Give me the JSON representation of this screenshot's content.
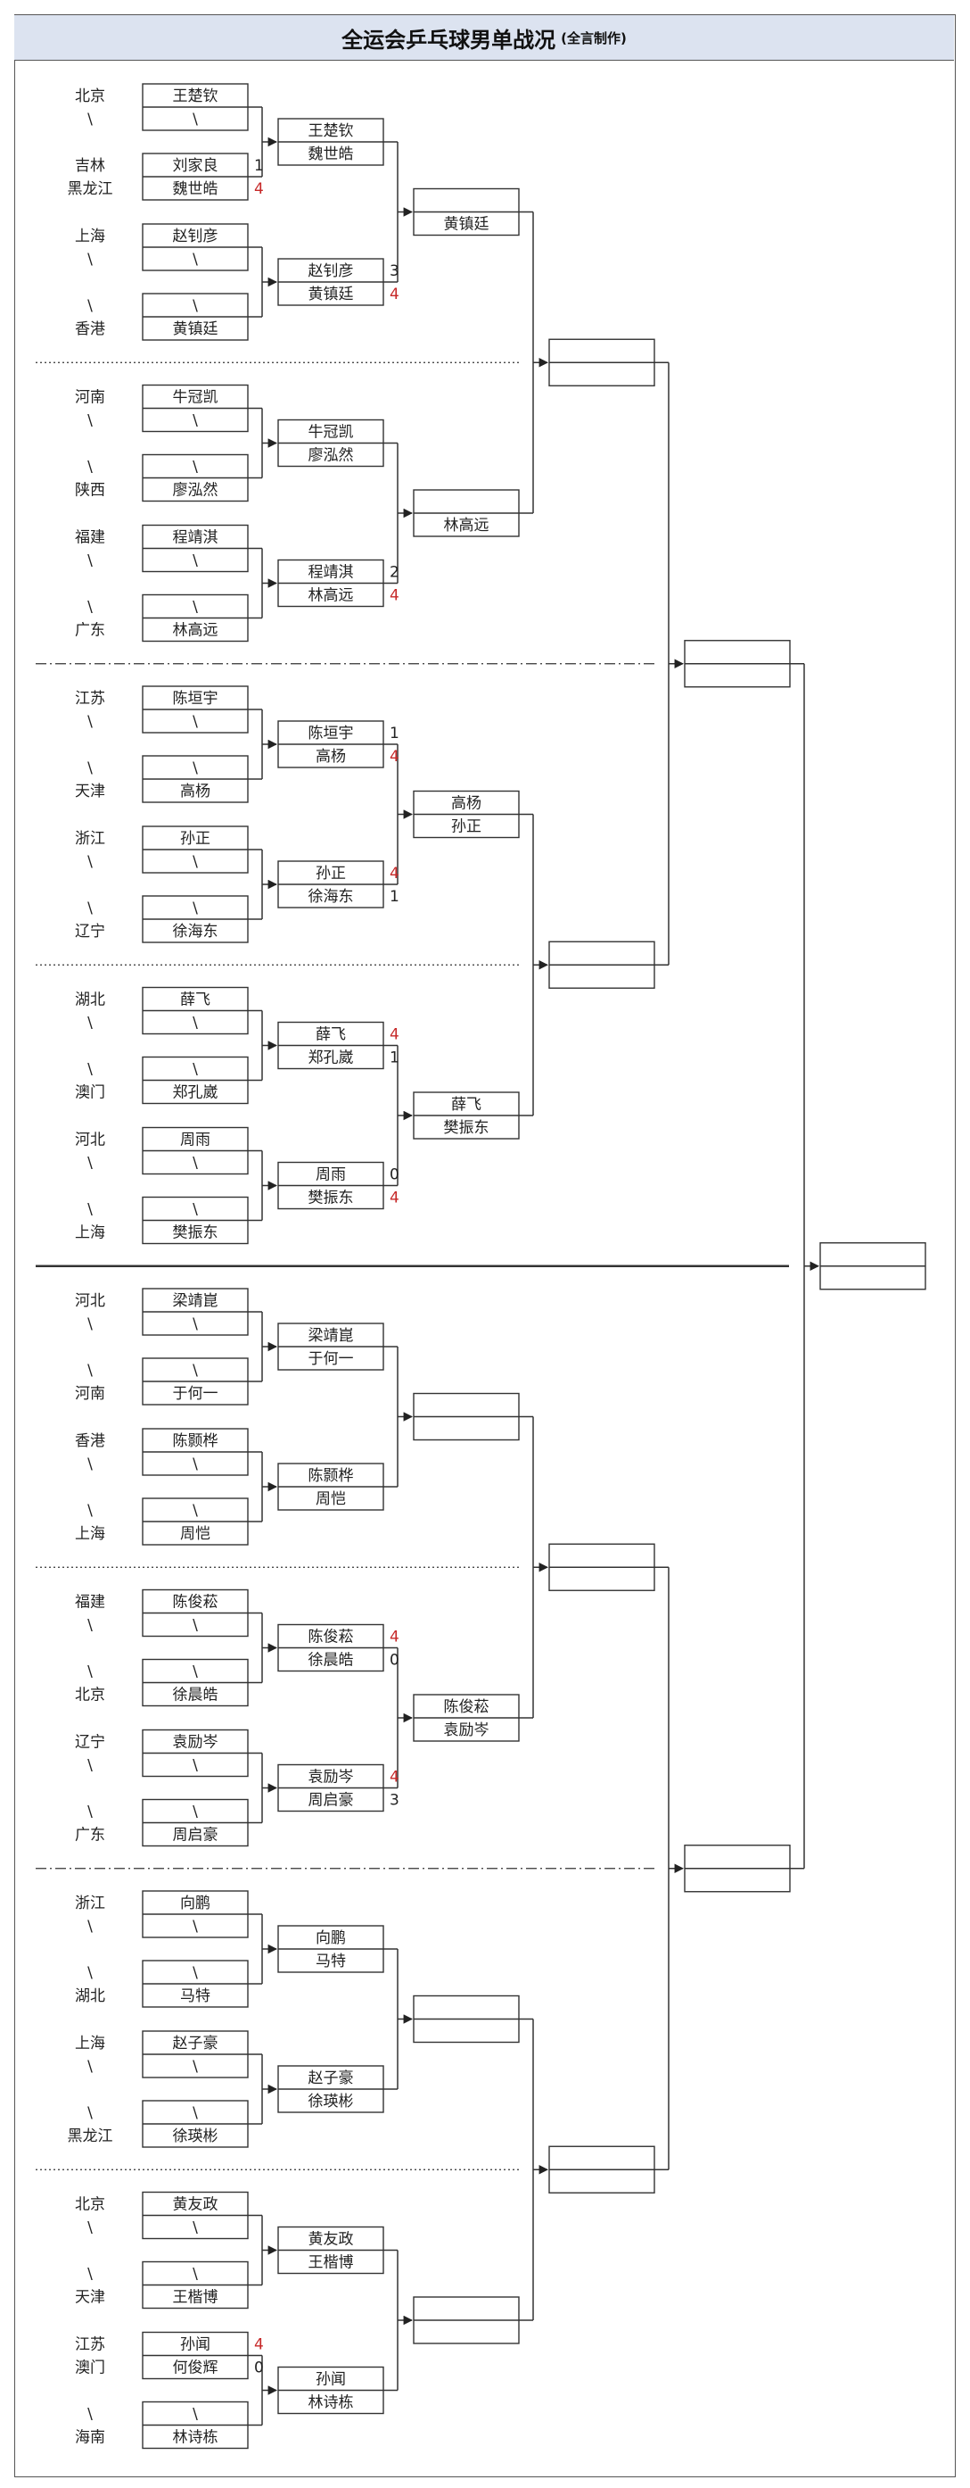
{
  "title": {
    "main": "全运会乒乓球男单战况",
    "sub": "(全言制作)"
  },
  "r1": [
    {
      "prov": [
        "北京",
        "\\"
      ],
      "names": [
        "王楚钦",
        "\\"
      ],
      "scores": [
        "",
        ""
      ]
    },
    {
      "prov": [
        "吉林",
        "黑龙江"
      ],
      "names": [
        "刘家良",
        "魏世皓"
      ],
      "scores": [
        "1",
        "4"
      ]
    },
    {
      "prov": [
        "上海",
        "\\"
      ],
      "names": [
        "赵钊彦",
        "\\"
      ],
      "scores": [
        "",
        ""
      ]
    },
    {
      "prov": [
        "\\",
        "香港"
      ],
      "names": [
        "\\",
        "黄镇廷"
      ],
      "scores": [
        "",
        ""
      ]
    },
    {
      "prov": [
        "河南",
        "\\"
      ],
      "names": [
        "牛冠凯",
        "\\"
      ],
      "scores": [
        "",
        ""
      ]
    },
    {
      "prov": [
        "\\",
        "陕西"
      ],
      "names": [
        "\\",
        "廖泓然"
      ],
      "scores": [
        "",
        ""
      ]
    },
    {
      "prov": [
        "福建",
        "\\"
      ],
      "names": [
        "程靖淇",
        "\\"
      ],
      "scores": [
        "",
        ""
      ]
    },
    {
      "prov": [
        "\\",
        "广东"
      ],
      "names": [
        "\\",
        "林高远"
      ],
      "scores": [
        "",
        ""
      ]
    },
    {
      "prov": [
        "江苏",
        "\\"
      ],
      "names": [
        "陈垣宇",
        "\\"
      ],
      "scores": [
        "",
        ""
      ]
    },
    {
      "prov": [
        "\\",
        "天津"
      ],
      "names": [
        "\\",
        "高杨"
      ],
      "scores": [
        "",
        ""
      ]
    },
    {
      "prov": [
        "浙江",
        "\\"
      ],
      "names": [
        "孙正",
        "\\"
      ],
      "scores": [
        "",
        ""
      ]
    },
    {
      "prov": [
        "\\",
        "辽宁"
      ],
      "names": [
        "\\",
        "徐海东"
      ],
      "scores": [
        "",
        ""
      ]
    },
    {
      "prov": [
        "湖北",
        "\\"
      ],
      "names": [
        "薛飞",
        "\\"
      ],
      "scores": [
        "",
        ""
      ]
    },
    {
      "prov": [
        "\\",
        "澳门"
      ],
      "names": [
        "\\",
        "郑孔崴"
      ],
      "scores": [
        "",
        ""
      ]
    },
    {
      "prov": [
        "河北",
        "\\"
      ],
      "names": [
        "周雨",
        "\\"
      ],
      "scores": [
        "",
        ""
      ]
    },
    {
      "prov": [
        "\\",
        "上海"
      ],
      "names": [
        "\\",
        "樊振东"
      ],
      "scores": [
        "",
        ""
      ]
    },
    {
      "prov": [
        "河北",
        "\\"
      ],
      "names": [
        "梁靖崑",
        "\\"
      ],
      "scores": [
        "",
        ""
      ]
    },
    {
      "prov": [
        "\\",
        "河南"
      ],
      "names": [
        "\\",
        "于何一"
      ],
      "scores": [
        "",
        ""
      ]
    },
    {
      "prov": [
        "香港",
        "\\"
      ],
      "names": [
        "陈颢桦",
        "\\"
      ],
      "scores": [
        "",
        ""
      ]
    },
    {
      "prov": [
        "\\",
        "上海"
      ],
      "names": [
        "\\",
        "周恺"
      ],
      "scores": [
        "",
        ""
      ]
    },
    {
      "prov": [
        "福建",
        "\\"
      ],
      "names": [
        "陈俊菘",
        "\\"
      ],
      "scores": [
        "",
        ""
      ]
    },
    {
      "prov": [
        "\\",
        "北京"
      ],
      "names": [
        "\\",
        "徐晨皓"
      ],
      "scores": [
        "",
        ""
      ]
    },
    {
      "prov": [
        "辽宁",
        "\\"
      ],
      "names": [
        "袁励岑",
        "\\"
      ],
      "scores": [
        "",
        ""
      ]
    },
    {
      "prov": [
        "\\",
        "广东"
      ],
      "names": [
        "\\",
        "周启豪"
      ],
      "scores": [
        "",
        ""
      ]
    },
    {
      "prov": [
        "浙江",
        "\\"
      ],
      "names": [
        "向鹏",
        "\\"
      ],
      "scores": [
        "",
        ""
      ]
    },
    {
      "prov": [
        "\\",
        "湖北"
      ],
      "names": [
        "\\",
        "马特"
      ],
      "scores": [
        "",
        ""
      ]
    },
    {
      "prov": [
        "上海",
        "\\"
      ],
      "names": [
        "赵子豪",
        "\\"
      ],
      "scores": [
        "",
        ""
      ]
    },
    {
      "prov": [
        "\\",
        "黑龙江"
      ],
      "names": [
        "\\",
        "徐瑛彬"
      ],
      "scores": [
        "",
        ""
      ]
    },
    {
      "prov": [
        "北京",
        "\\"
      ],
      "names": [
        "黄友政",
        "\\"
      ],
      "scores": [
        "",
        ""
      ]
    },
    {
      "prov": [
        "\\",
        "天津"
      ],
      "names": [
        "\\",
        "王楷博"
      ],
      "scores": [
        "",
        ""
      ]
    },
    {
      "prov": [
        "江苏",
        "澳门"
      ],
      "names": [
        "孙闻",
        "何俊辉"
      ],
      "scores": [
        "4",
        "0"
      ]
    },
    {
      "prov": [
        "\\",
        "海南"
      ],
      "names": [
        "\\",
        "林诗栋"
      ],
      "scores": [
        "",
        ""
      ]
    }
  ],
  "r2": [
    {
      "names": [
        "王楚钦",
        "魏世皓"
      ],
      "scores": [
        "",
        ""
      ]
    },
    {
      "names": [
        "赵钊彦",
        "黄镇廷"
      ],
      "scores": [
        "3",
        "4"
      ]
    },
    {
      "names": [
        "牛冠凯",
        "廖泓然"
      ],
      "scores": [
        "",
        ""
      ]
    },
    {
      "names": [
        "程靖淇",
        "林高远"
      ],
      "scores": [
        "2",
        "4"
      ]
    },
    {
      "names": [
        "陈垣宇",
        "高杨"
      ],
      "scores": [
        "1",
        "4"
      ]
    },
    {
      "names": [
        "孙正",
        "徐海东"
      ],
      "scores": [
        "4",
        "1"
      ]
    },
    {
      "names": [
        "薛飞",
        "郑孔崴"
      ],
      "scores": [
        "4",
        "1"
      ]
    },
    {
      "names": [
        "周雨",
        "樊振东"
      ],
      "scores": [
        "0",
        "4"
      ]
    },
    {
      "names": [
        "梁靖崑",
        "于何一"
      ],
      "scores": [
        "",
        ""
      ]
    },
    {
      "names": [
        "陈颢桦",
        "周恺"
      ],
      "scores": [
        "",
        ""
      ]
    },
    {
      "names": [
        "陈俊菘",
        "徐晨皓"
      ],
      "scores": [
        "4",
        "0"
      ]
    },
    {
      "names": [
        "袁励岑",
        "周启豪"
      ],
      "scores": [
        "4",
        "3"
      ]
    },
    {
      "names": [
        "向鹏",
        "马特"
      ],
      "scores": [
        "",
        ""
      ]
    },
    {
      "names": [
        "赵子豪",
        "徐瑛彬"
      ],
      "scores": [
        "",
        ""
      ]
    },
    {
      "names": [
        "黄友政",
        "王楷博"
      ],
      "scores": [
        "",
        ""
      ]
    },
    {
      "names": [
        "孙闻",
        "林诗栋"
      ],
      "scores": [
        "",
        ""
      ]
    }
  ],
  "r3": [
    {
      "names": [
        "",
        "黄镇廷"
      ]
    },
    {
      "names": [
        "",
        "林高远"
      ]
    },
    {
      "names": [
        "高杨",
        "孙正"
      ]
    },
    {
      "names": [
        "薛飞",
        "樊振东"
      ]
    },
    {
      "names": [
        "",
        ""
      ]
    },
    {
      "names": [
        "陈俊菘",
        "袁励岑"
      ]
    },
    {
      "names": [
        "",
        ""
      ]
    },
    {
      "names": [
        "",
        ""
      ]
    }
  ],
  "r4": [
    {
      "names": [
        "",
        ""
      ]
    },
    {
      "names": [
        "",
        ""
      ]
    },
    {
      "names": [
        "",
        ""
      ]
    },
    {
      "names": [
        "",
        ""
      ]
    }
  ],
  "r5": [
    {
      "names": [
        "",
        ""
      ]
    },
    {
      "names": [
        "",
        ""
      ]
    }
  ],
  "r6": [
    {
      "names": [
        "",
        ""
      ]
    }
  ]
}
